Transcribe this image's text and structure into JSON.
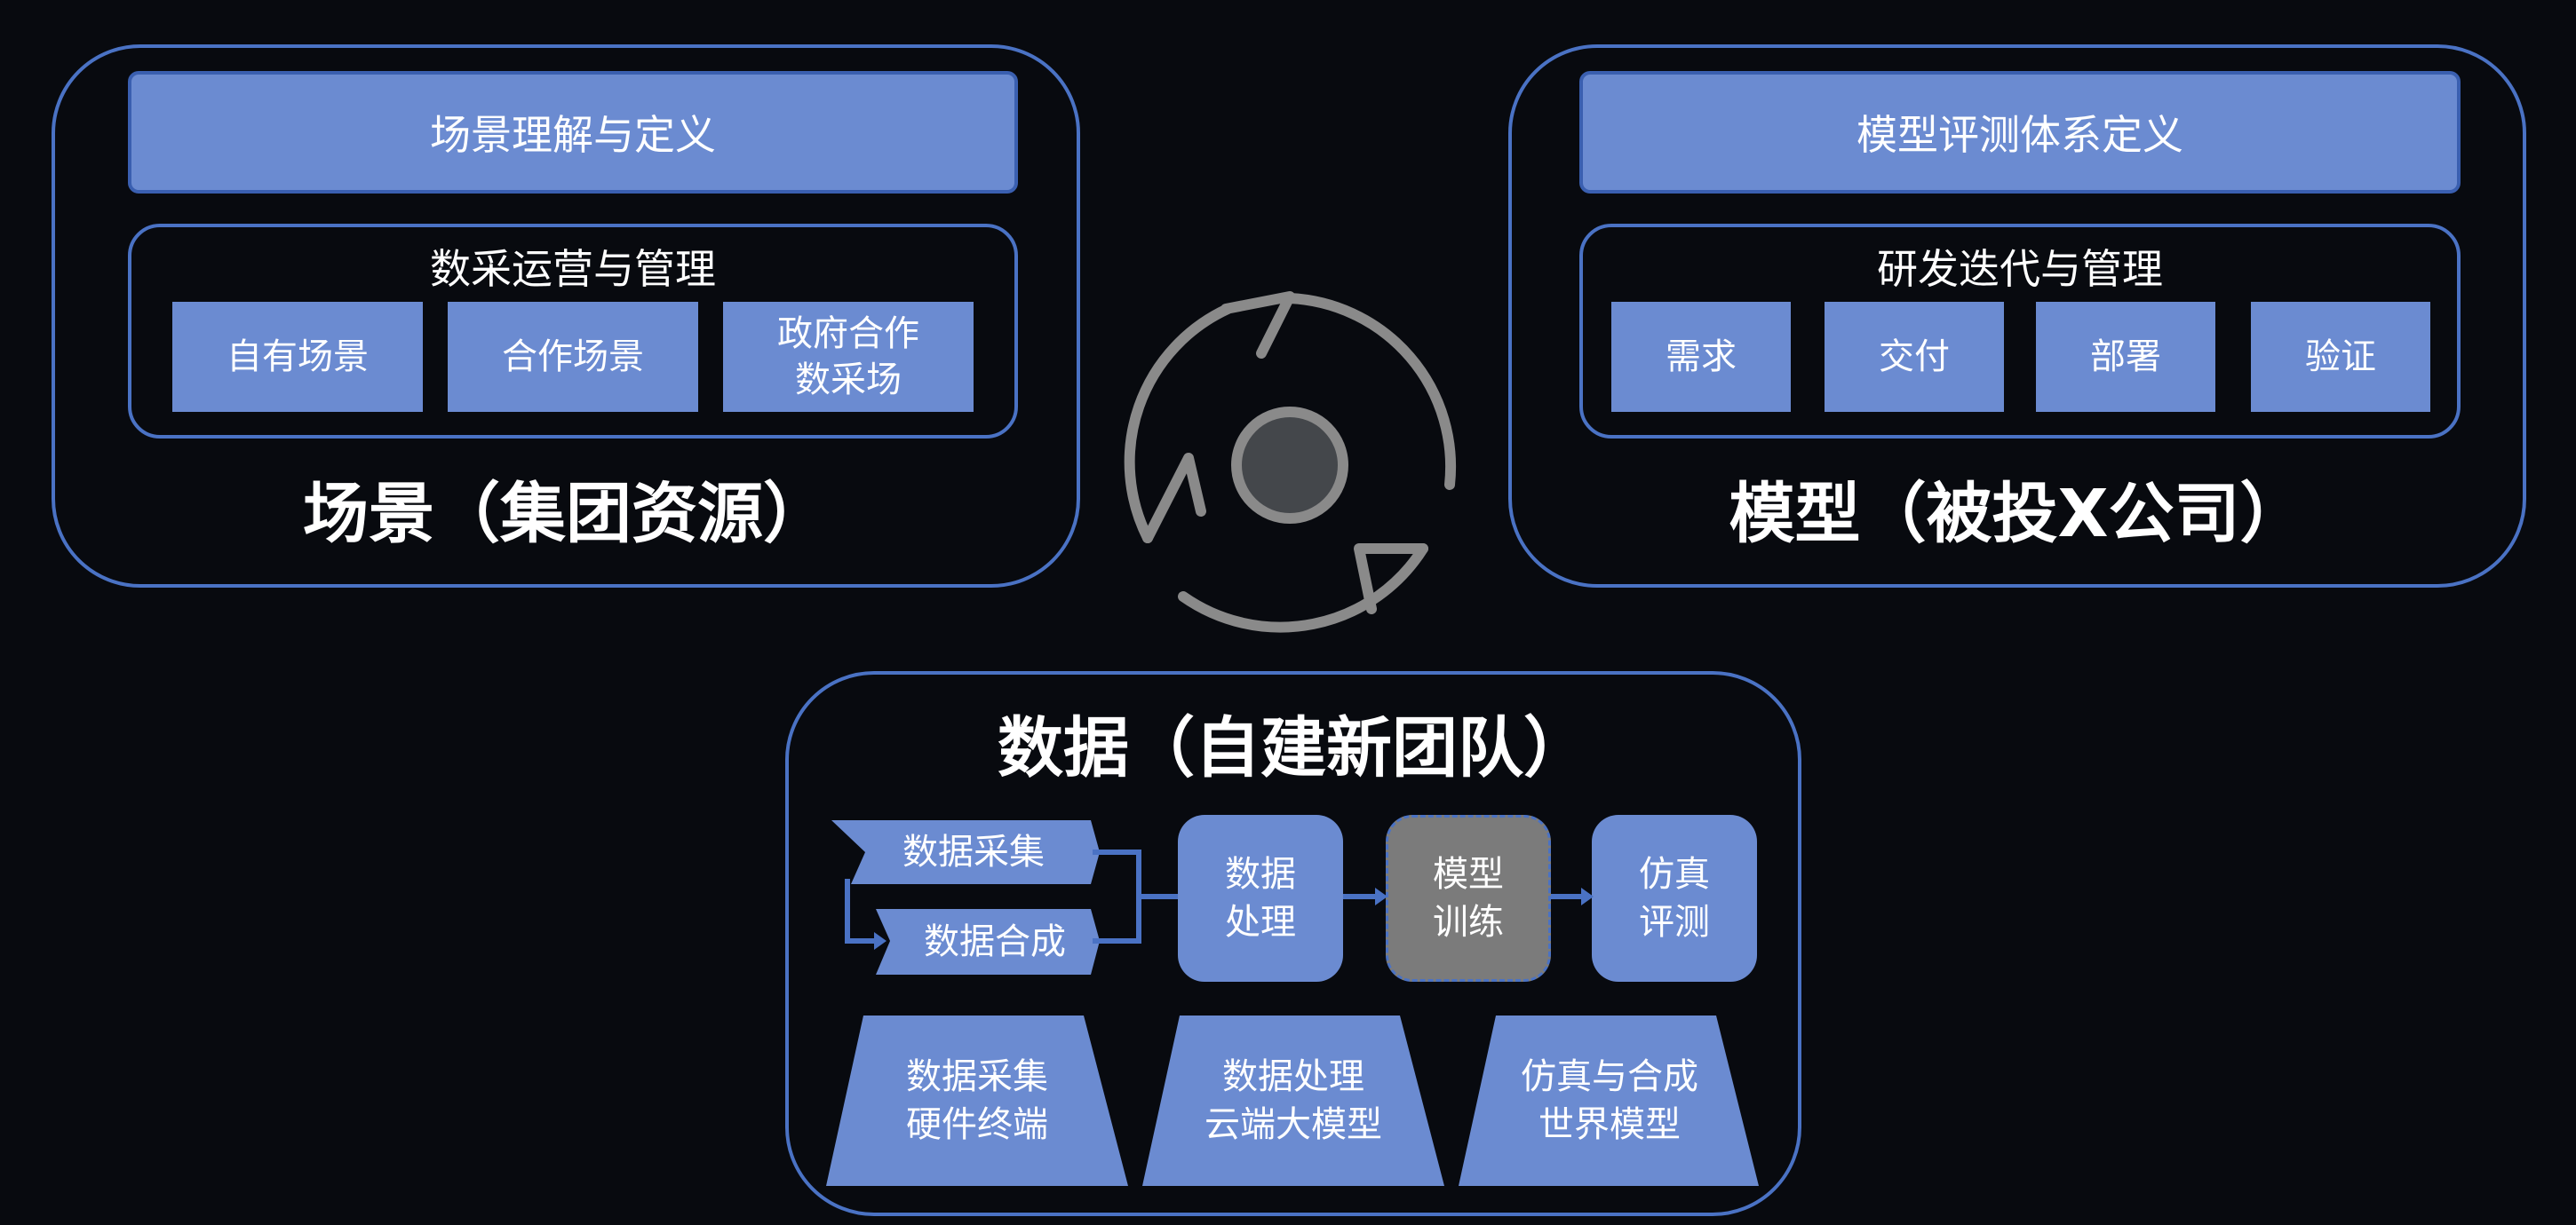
{
  "scene": {
    "title": "场景（集团资源）",
    "top_bar": "场景理解与定义",
    "inner_title": "数采运营与管理",
    "chips": [
      "自有场景",
      "合作场景",
      "政府合作\n数采场"
    ]
  },
  "model": {
    "title": "模型（被投X公司）",
    "top_bar": "模型评测体系定义",
    "inner_title": "研发迭代与管理",
    "chips": [
      "需求",
      "交付",
      "部署",
      "验证"
    ]
  },
  "data": {
    "title": "数据（自建新团队）",
    "inputs": [
      "数据采集",
      "数据合成"
    ],
    "steps": [
      "数据\n处理",
      "模型\n训练",
      "仿真\n评测"
    ],
    "bases": [
      "数据采集\n硬件终端",
      "数据处理\n云端大模型",
      "仿真与合成\n世界模型"
    ]
  },
  "colors": {
    "background": "#080a0f",
    "panel_border": "#4a72c4",
    "box_fill": "#6b8bd1",
    "grey_fill": "#7b7b7b",
    "cycle_icon": "#8a8a8a"
  },
  "center_icon": "cycle-arrows-icon"
}
